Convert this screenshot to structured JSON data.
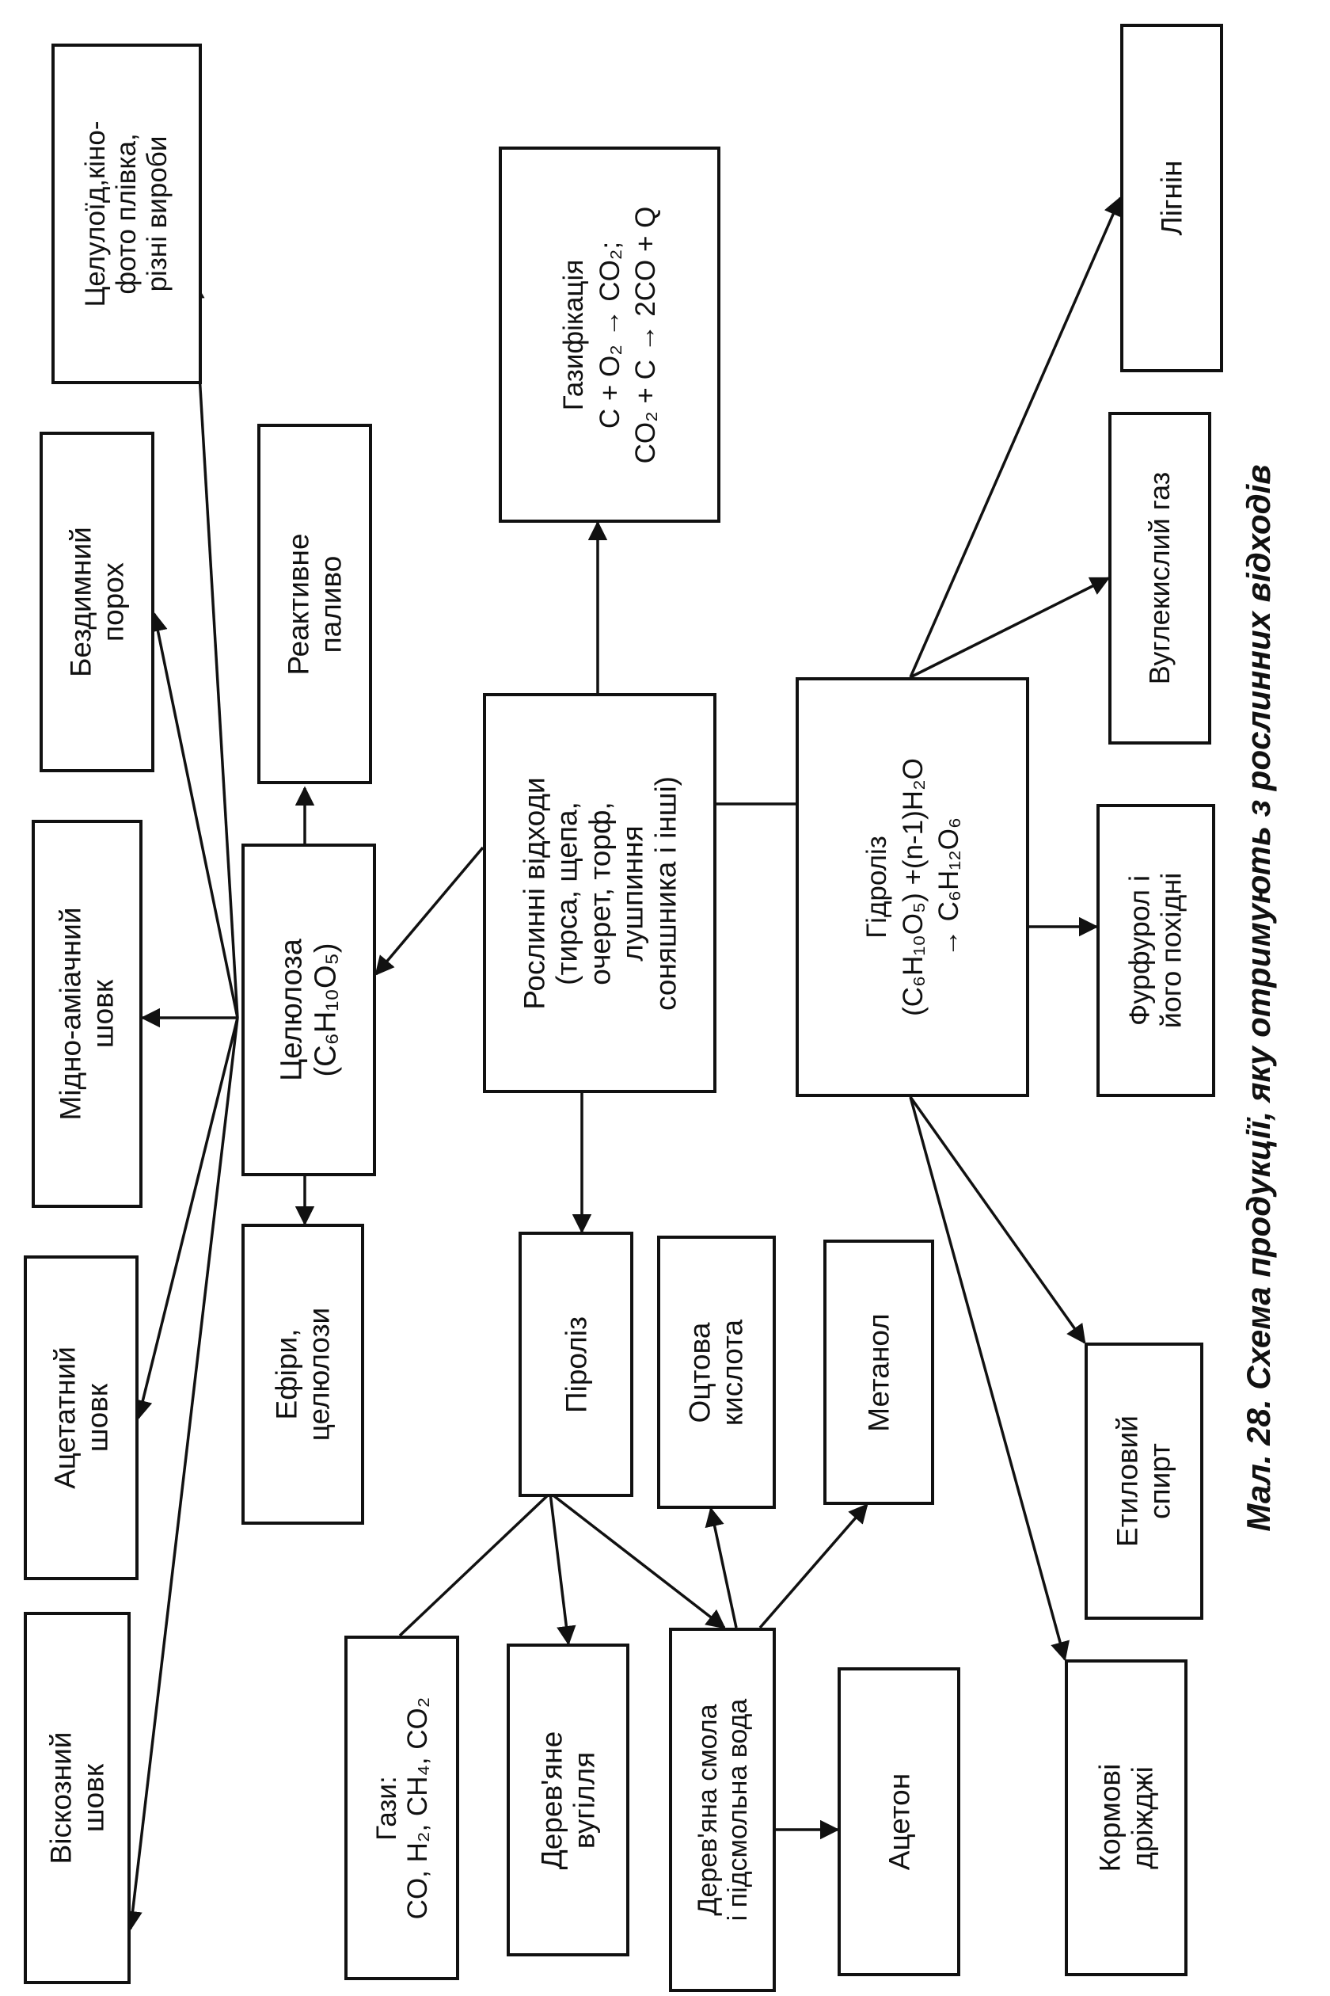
{
  "diagram": {
    "center": "Рослинні відходи\n(тирса, щепа,\nочерет, торф,\nлушпиння\nсоняшника і інші)",
    "cellulose": "Целюлоза\n(C₆H₁₀O₅)",
    "viscose": "Віскозний\nшовк",
    "acetate": "Ацетатний\nшовк",
    "copper_ammonia": "Мідно-аміачний\nшовк",
    "smokeless_powder": "Бездимний\nпорох",
    "celluloid": "Целулоїд,кіно-\nфото плівка,\nрізні вироби",
    "jet_fuel": "Реактивне\nпаливо",
    "esters": "Ефіри,\nцелюлози",
    "gasification": "Газифікація\nC + O₂ → CO₂;\nCO₂ + C → 2CO + Q",
    "pyrolysis": "Піроліз",
    "gases": "Гази:\nCO, H₂, CH₄, CO₂",
    "charcoal": "Дерев'яне\nвугілля",
    "tar_water": "Дерев'яна смола\nі підсмольна вода",
    "acetone": "Ацетон",
    "acetic_acid": "Оцтова\nкислота",
    "methanol": "Метанол",
    "hydrolysis": "Гідроліз\n(C₆H₁₀O₅) +(n-1)H₂O\n→ C₆H₁₂O₆",
    "fodder_yeast": "Кормові\nдріжджі",
    "ethyl_alcohol": "Етиловий\nспирт",
    "furfural": "Фурфурол і\nйого похідні",
    "co2_gas": "Вуглекислий газ",
    "lignin": "Лігнін"
  },
  "caption": "Мал. 28. Схема продукції, яку отримують з рослинних відходів"
}
